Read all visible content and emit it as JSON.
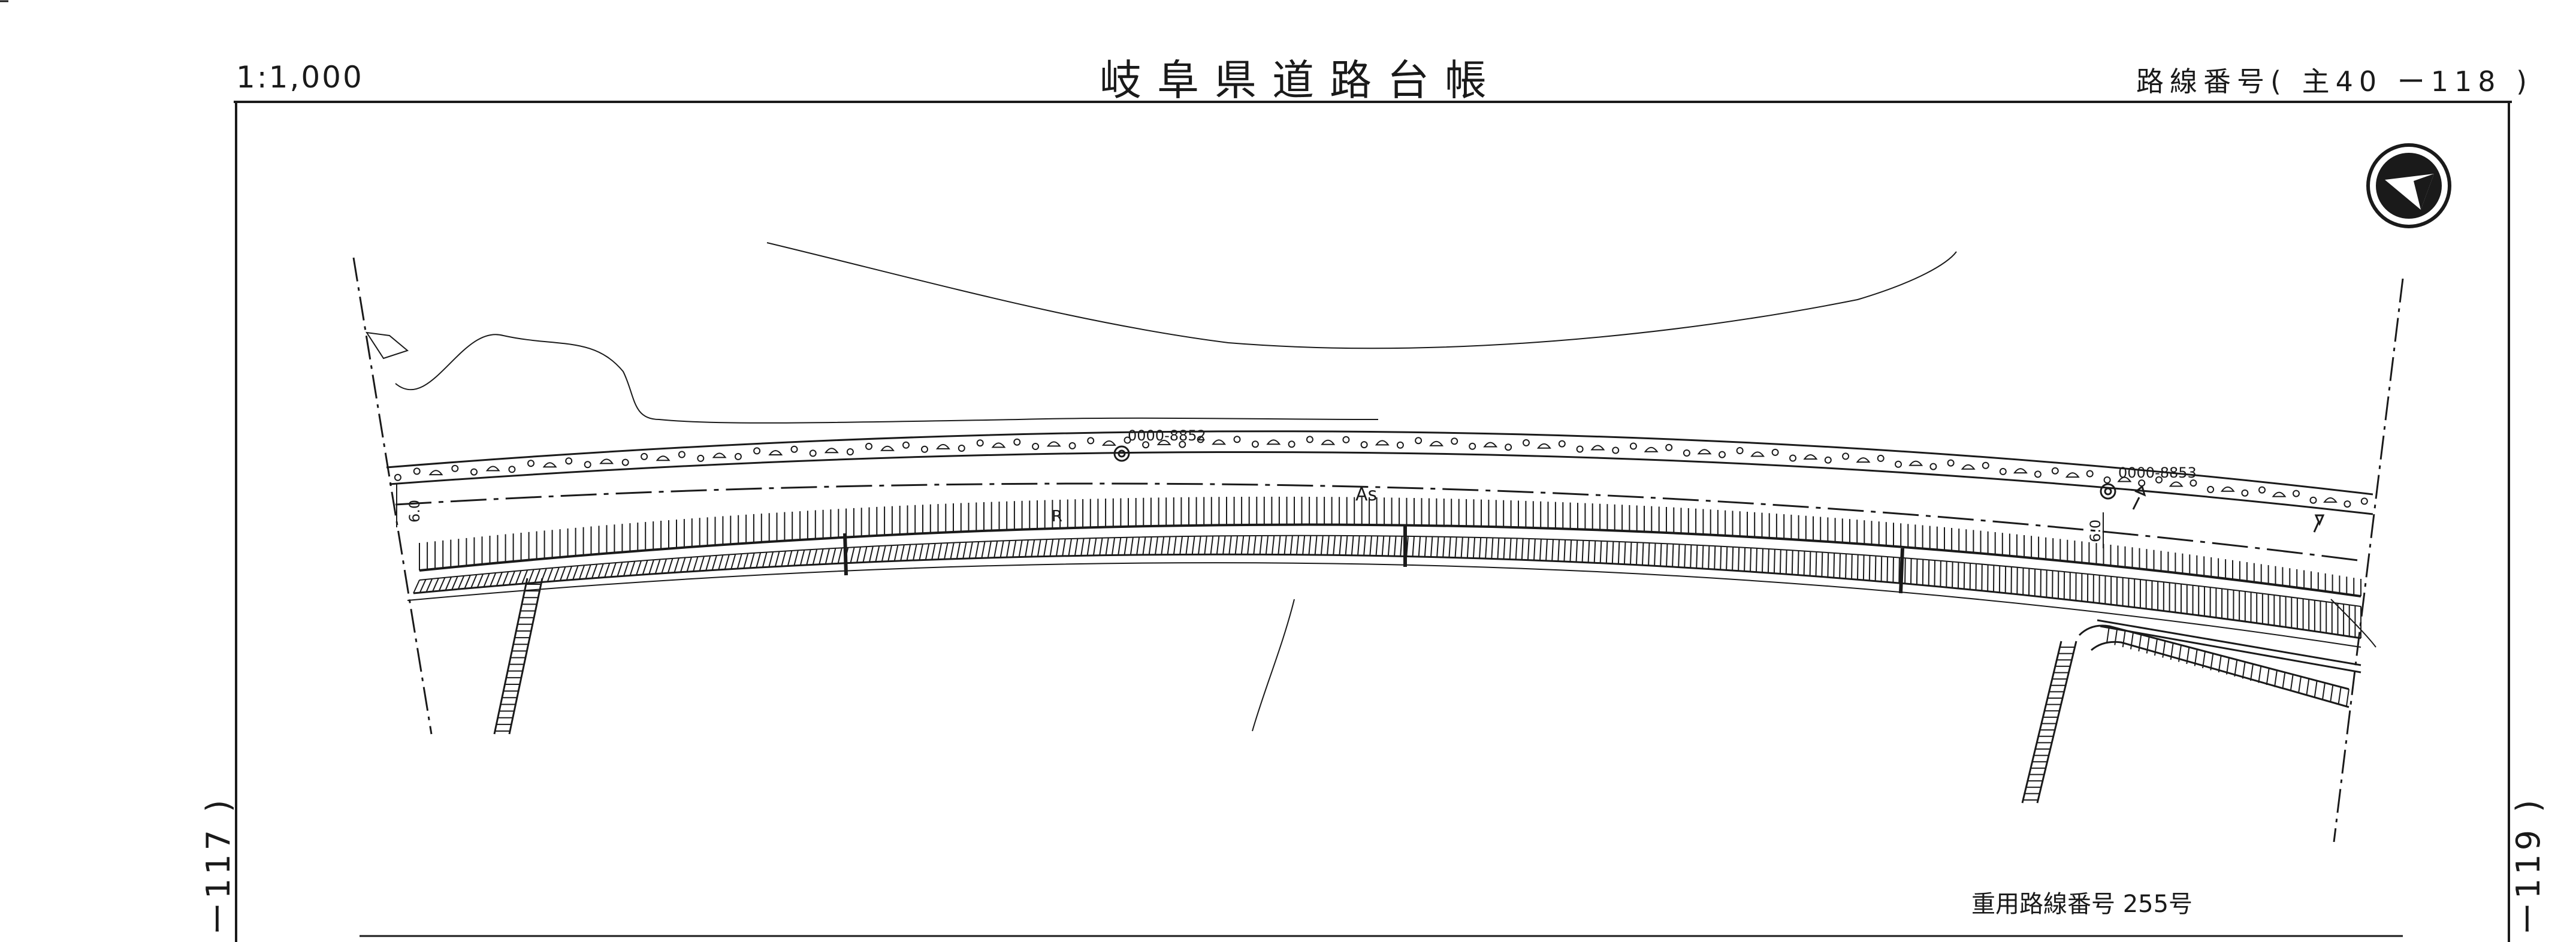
{
  "header": {
    "scale": "1:1,000",
    "title": "岐阜県道路台帳",
    "route_number": "路線番号( 主40 ー118 )"
  },
  "sheet_refs": {
    "previous": "ー117 )",
    "next": "ー119 )"
  },
  "map": {
    "benchmarks": [
      "0000-8852",
      "0000-8853"
    ],
    "surface_label": "As",
    "side_label": "R",
    "width_labels": [
      "6.0",
      "6.0"
    ],
    "overlap_route": "重用路線番号 255号",
    "north_arrow": "north-arrow-icon"
  },
  "colors": {
    "ink": "#1a1a1a",
    "paper": "#ffffff"
  }
}
